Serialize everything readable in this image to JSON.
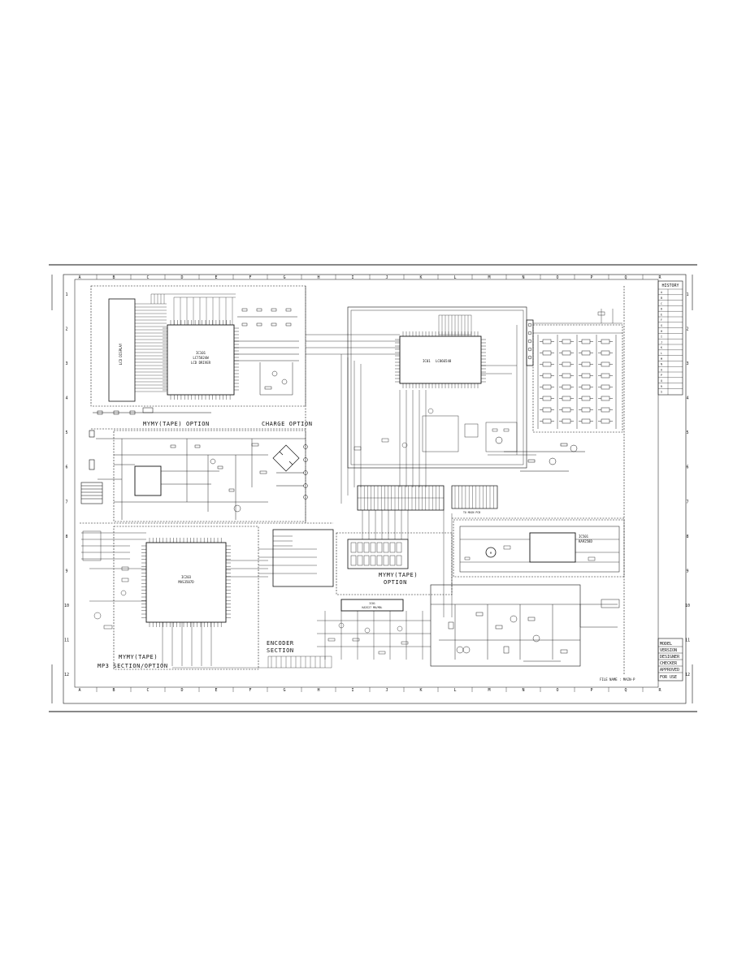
{
  "grid": {
    "columns": [
      "A",
      "B",
      "C",
      "D",
      "E",
      "F",
      "G",
      "H",
      "I",
      "J",
      "K",
      "L",
      "M",
      "N",
      "O",
      "P",
      "Q",
      "R"
    ],
    "rows": [
      "1",
      "2",
      "3",
      "4",
      "5",
      "6",
      "7",
      "8",
      "9",
      "10",
      "11",
      "12"
    ]
  },
  "history": {
    "header": "HISTORY",
    "entries": [
      "A",
      "B",
      "C",
      "D",
      "E",
      "F",
      "G",
      "H",
      "I",
      "J",
      "K",
      "L",
      "M",
      "N",
      "O",
      "P",
      "Q",
      "R",
      "S"
    ]
  },
  "title_block": {
    "model": "MODEL",
    "version": "VERSION",
    "designer": "DESIGNER",
    "checker": "CHECKER",
    "approved": "APPROVED",
    "usage": "FOR USE"
  },
  "file_name": "FILE NAME : MAIN-P",
  "sections": {
    "lcd_display": "LCD DISPLAY",
    "ic_lcd": "IC101",
    "ic_lcd_part": "LC75824W",
    "ic_lcd_driver": "LCD DRIVER",
    "option_tape_a": "MYMY(TAPE) OPTION",
    "charge_option": "CHARGE OPTION",
    "ic_main": "IC01",
    "ic_main_part": "LC866548",
    "ic_mp3": "IC203",
    "ic_mp3_part": "MAS3507D",
    "mp3_section": "MYMY(TAPE)",
    "mp3_section_b": "MP3 SECTION/OPTION",
    "encoder": "ENCODER",
    "encoder_b": "SECTION",
    "option_tape_b": "MYMY(TAPE)",
    "option_tape_b2": "OPTION",
    "ic_rom": "IC01",
    "ic_rom_part": "KA2S27 M0/M0L",
    "ic_motor": "IC501",
    "ic_motor_part": "KA9258D",
    "to_main": "TO MAIN PCB",
    "motor": "M"
  }
}
